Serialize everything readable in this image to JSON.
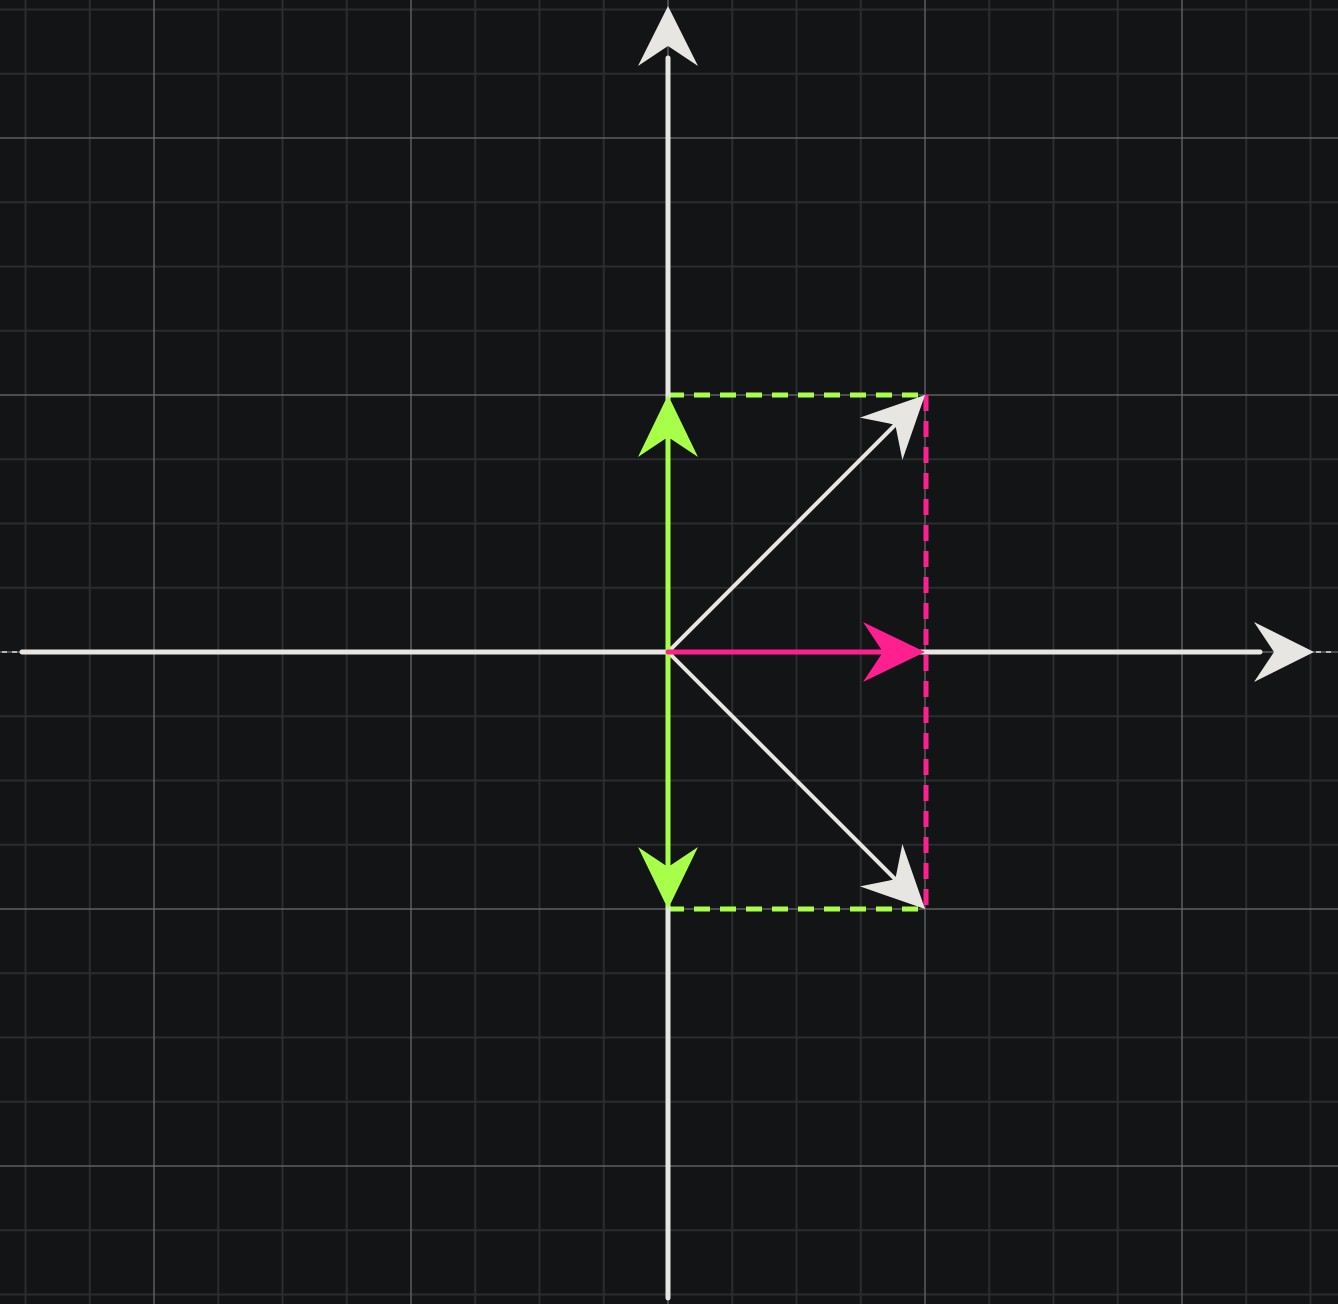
{
  "colors": {
    "background": "#131416",
    "grid_minor": "#2a2c2f",
    "grid_major": "#6b6d70",
    "axis": "#e8e6e2",
    "horizontal_component": "#ff1f8e",
    "vertical_component": "#a8ff4a",
    "resultant": "#e8e6e2"
  },
  "diagram": {
    "origin": [
      0,
      0
    ],
    "axis_extent": 2.5,
    "grid_minor_step": 0.25,
    "grid_major_step": 1,
    "horizontal_vector": {
      "from": [
        0,
        0
      ],
      "to": [
        1,
        0
      ]
    },
    "vertical_vectors": [
      {
        "from": [
          0,
          0
        ],
        "to": [
          0,
          1
        ]
      },
      {
        "from": [
          0,
          0
        ],
        "to": [
          0,
          -1
        ]
      }
    ],
    "resultant_vectors": [
      {
        "from": [
          0,
          0
        ],
        "to": [
          1,
          1
        ]
      },
      {
        "from": [
          0,
          0
        ],
        "to": [
          1,
          -1
        ]
      }
    ],
    "projection_lines": {
      "top": {
        "from": [
          0,
          1
        ],
        "to": [
          1,
          1
        ]
      },
      "bottom": {
        "from": [
          0,
          -1
        ],
        "to": [
          1,
          -1
        ]
      },
      "right": {
        "from": [
          1,
          1
        ],
        "to": [
          1,
          -1
        ]
      }
    }
  }
}
